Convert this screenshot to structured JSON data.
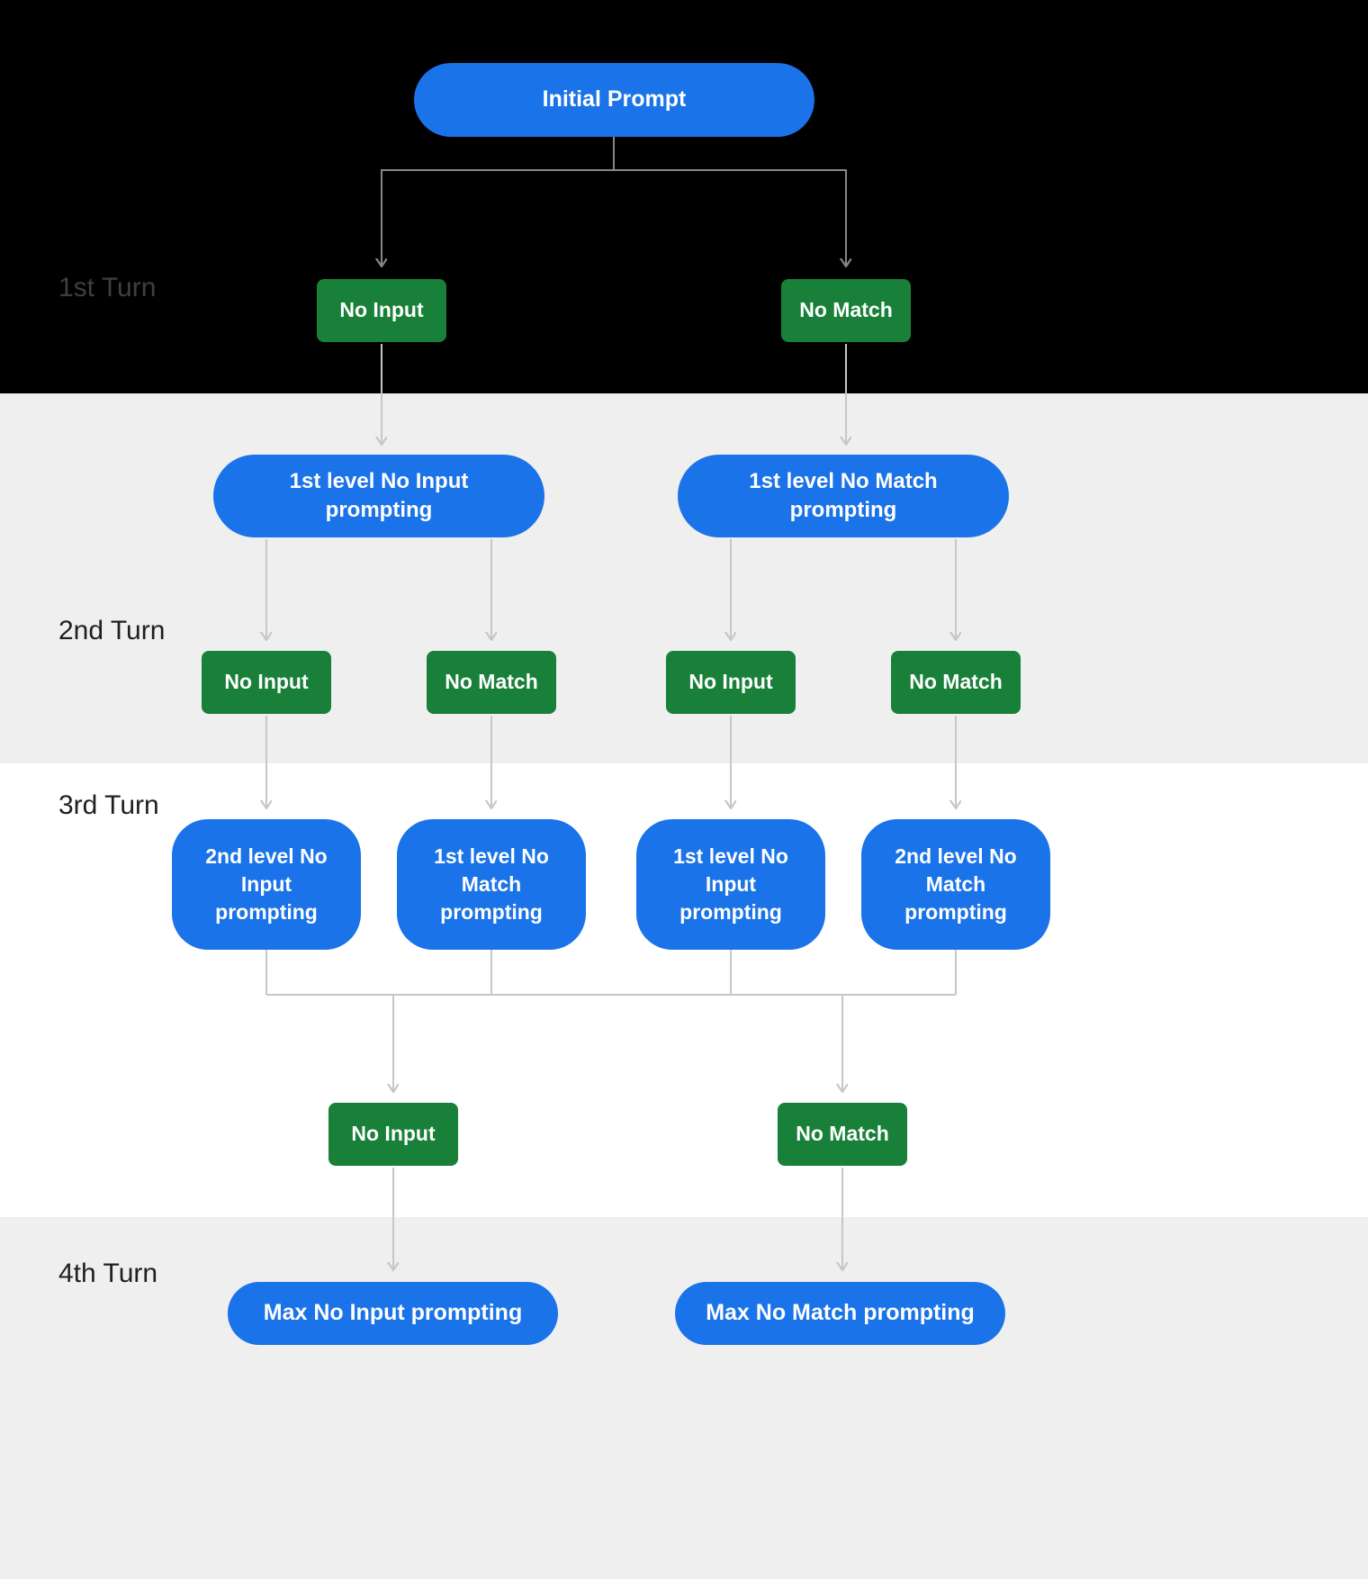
{
  "colors": {
    "node_blue": "#1a73e8",
    "node_green": "#188038",
    "band_black": "#000000",
    "band_gray": "#efefef",
    "band_white": "#ffffff",
    "arrow_dark": "#85878a",
    "arrow_light": "#c5c7ca",
    "node_text": "#ffffff"
  },
  "turns": [
    {
      "label": "1st Turn"
    },
    {
      "label": "2nd Turn"
    },
    {
      "label": "3rd Turn"
    },
    {
      "label": "4th Turn"
    }
  ],
  "nodes": {
    "initial_prompt": "Initial Prompt",
    "t1_no_input": "No Input",
    "t1_no_match": "No Match",
    "l1_no_input_prompting": "1st level No Input prompting",
    "l1_no_match_prompting": "1st level No Match prompting",
    "t2_no_input_a": "No Input",
    "t2_no_match_a": "No Match",
    "t2_no_input_b": "No Input",
    "t2_no_match_b": "No Match",
    "l2_no_input_prompting": "2nd level No Input prompting",
    "l1_no_match_prompting_2": "1st level No Match prompting",
    "l1_no_input_prompting_2": "1st level No Input prompting",
    "l2_no_match_prompting": "2nd level No Match prompting",
    "t3_no_input": "No Input",
    "t3_no_match": "No Match",
    "max_no_input_prompting": "Max No Input prompting",
    "max_no_match_prompting": "Max No Match prompting"
  }
}
